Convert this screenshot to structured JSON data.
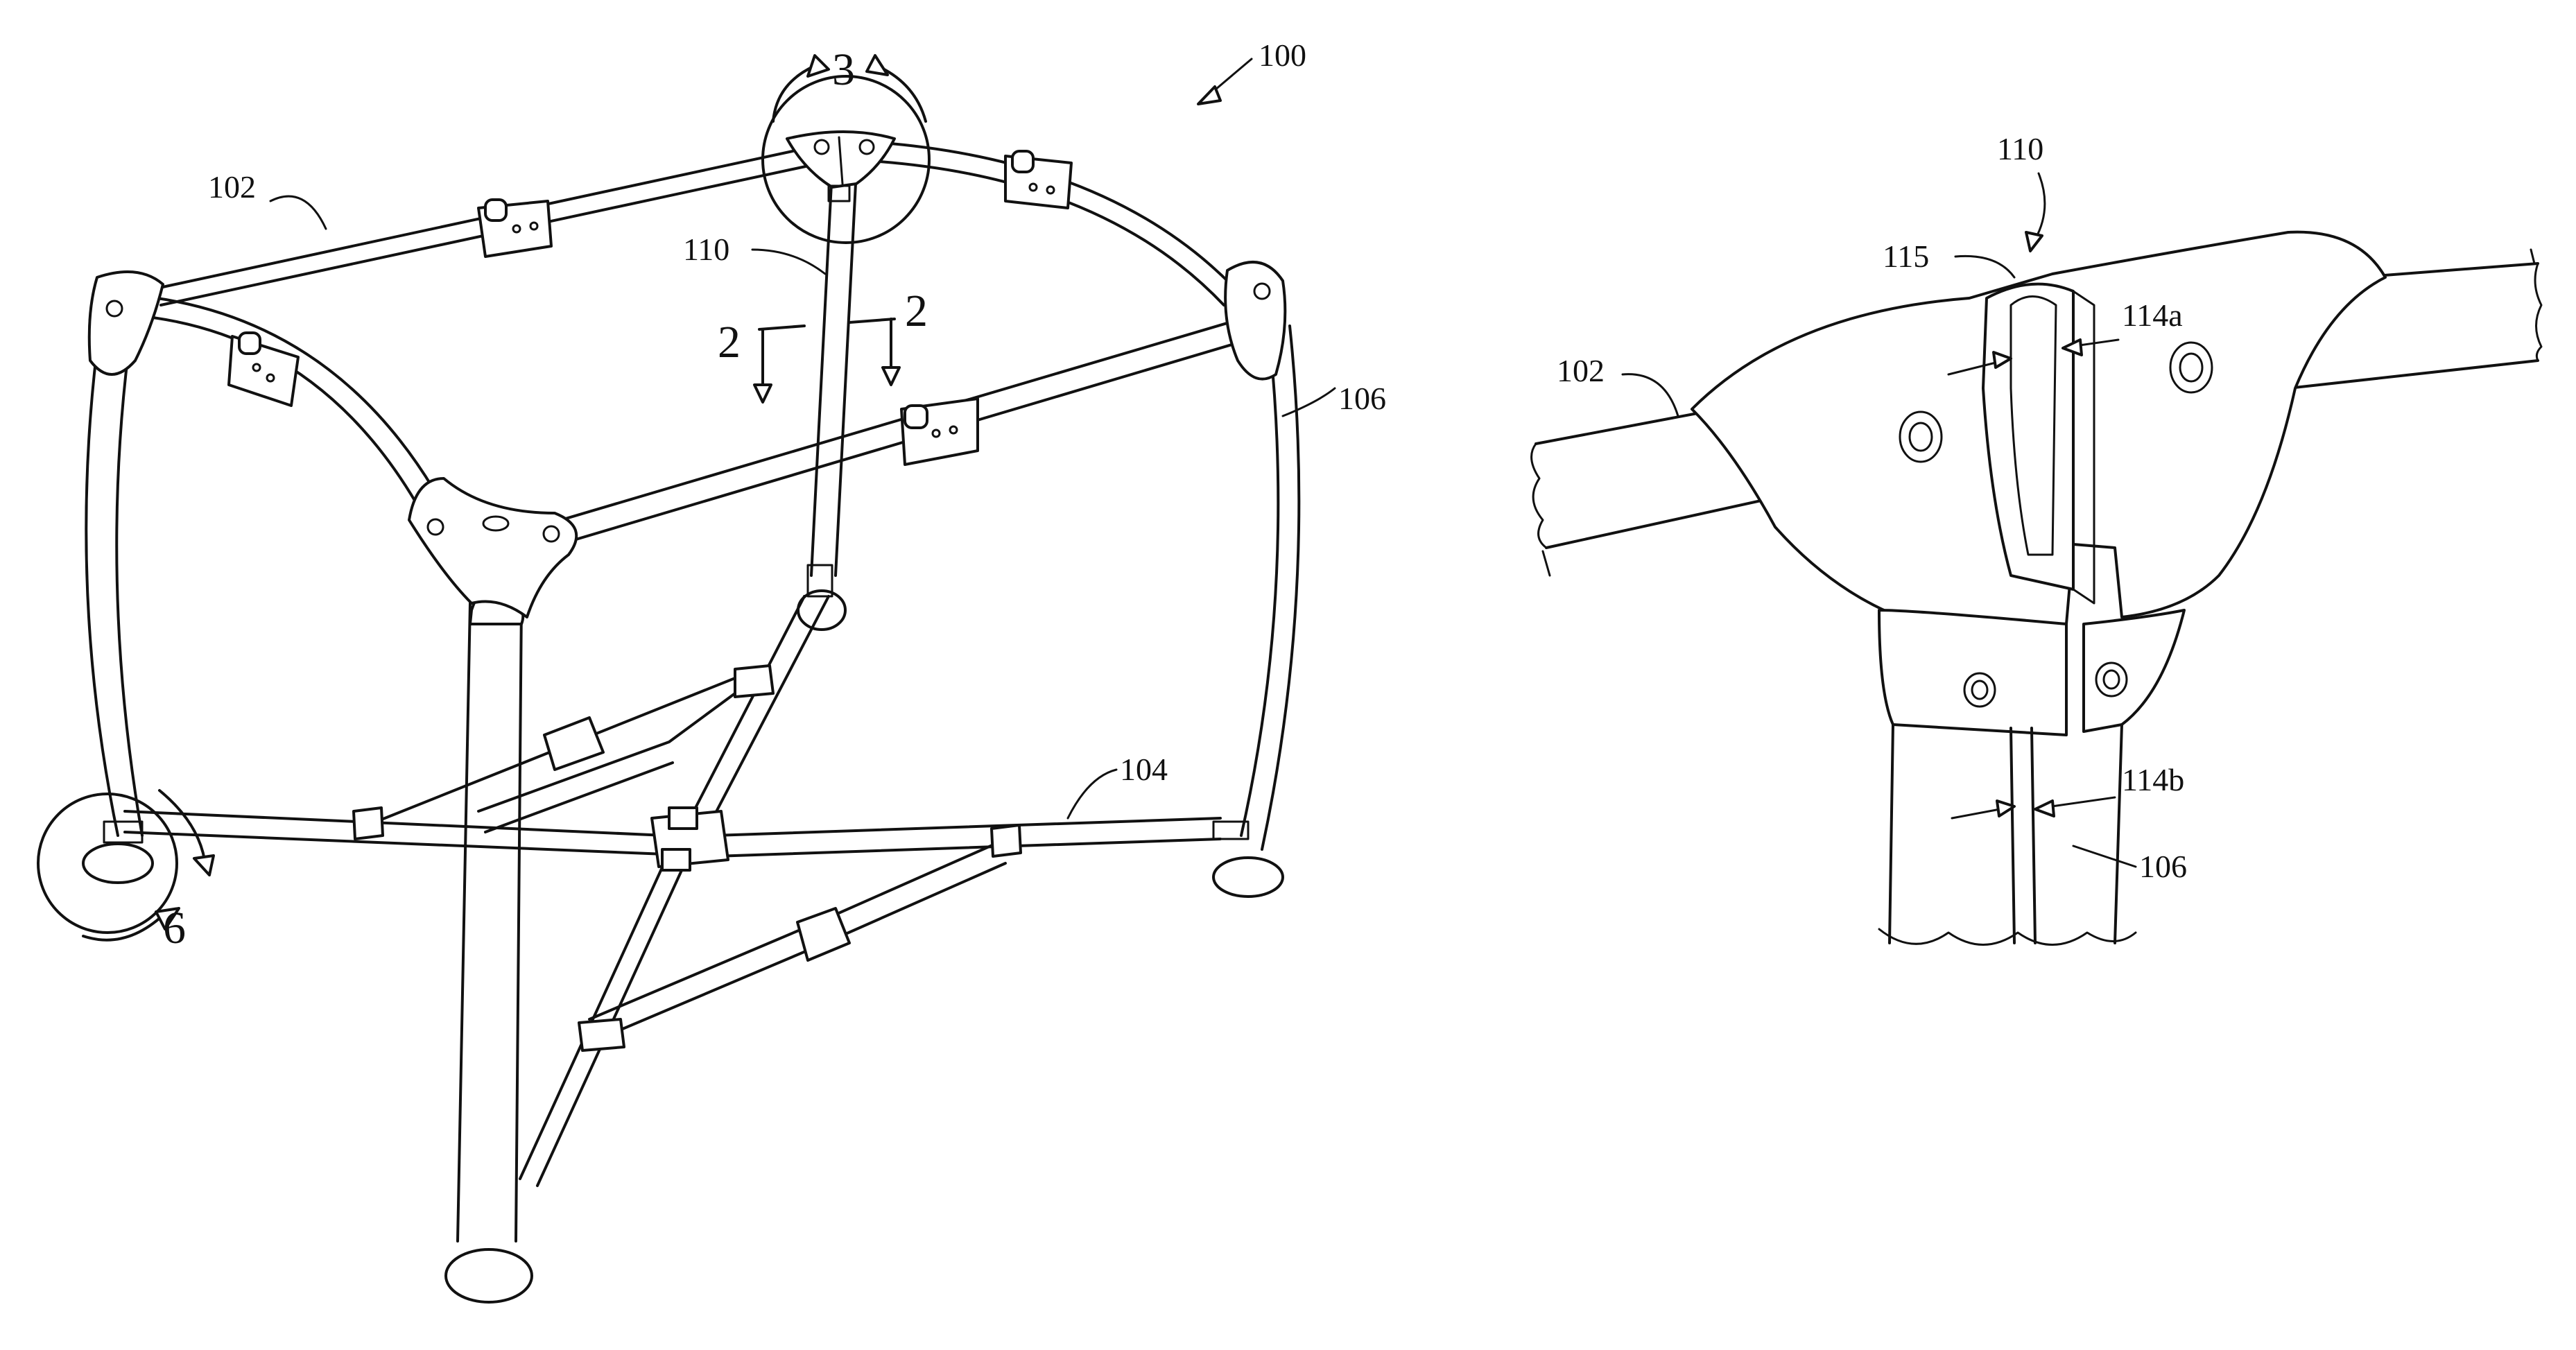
{
  "labels": {
    "assembly": "100",
    "upper_frame": "102",
    "lower_frame": "104",
    "leg": "106",
    "corner_gap": "110",
    "inner_notch": "115",
    "gap_top": "114a",
    "gap_bottom": "114b"
  },
  "views": {
    "section_mark": "2",
    "detail_top": "3",
    "detail_foot": "6"
  }
}
